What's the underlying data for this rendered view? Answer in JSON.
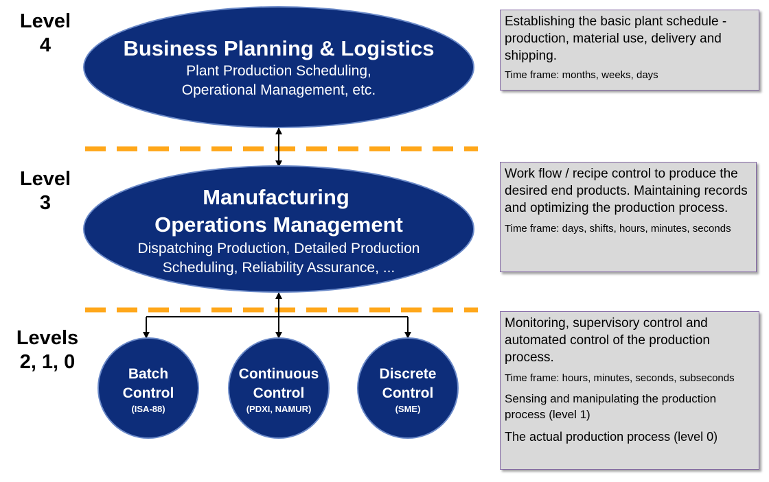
{
  "levels": {
    "l4": "Level\n4",
    "l3": "Level\n3",
    "l210": "Levels\n2, 1, 0"
  },
  "nodes": {
    "bpl": {
      "title": "Business Planning & Logistics",
      "sub1": "Plant Production Scheduling,",
      "sub2": "Operational Management, etc."
    },
    "mom": {
      "title1": "Manufacturing",
      "title2": "Operations Management",
      "sub1": "Dispatching Production, Detailed Production",
      "sub2": "Scheduling, Reliability Assurance, ..."
    },
    "batch": {
      "line1": "Batch",
      "line2": "Control",
      "std": "(ISA-88)"
    },
    "continuous": {
      "line1": "Continuous",
      "line2": "Control",
      "std": "(PDXI, NAMUR)"
    },
    "discrete": {
      "line1": "Discrete",
      "line2": "Control",
      "std": "(SME)"
    }
  },
  "info": {
    "l4": {
      "main": "Establishing the basic plant schedule - production, material use, delivery and shipping.",
      "time": "Time frame: months, weeks, days"
    },
    "l3": {
      "main": "Work flow / recipe control to produce the desired end products. Maintaining records and optimizing the production process.",
      "time": "Time frame: days, shifts, hours, minutes, seconds"
    },
    "l210": {
      "main": "Monitoring, supervisory control and automated control of the production process.",
      "time": "Time frame: hours, minutes, seconds, subseconds",
      "level1": "Sensing and manipulating the production process (level 1)",
      "level0": "The actual production process (level 0)"
    }
  },
  "colors": {
    "node_fill": "#0d2d7a",
    "node_stroke": "#6a89c8",
    "divider": "#ffa71a",
    "box_fill": "#d9d9d9",
    "box_border": "#8064a2"
  }
}
